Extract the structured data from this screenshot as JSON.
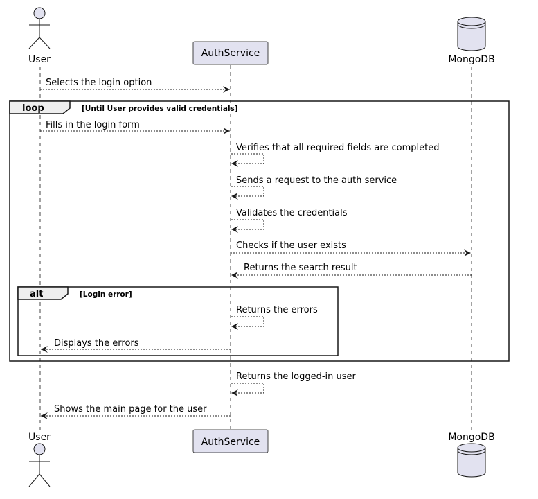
{
  "participants": {
    "user": {
      "name": "User"
    },
    "auth": {
      "name": "AuthService"
    },
    "db": {
      "name": "MongoDB"
    }
  },
  "messages": {
    "m1": "Selects the login option",
    "m2": "Fills in the login form",
    "m3": "Verifies that all required fields are completed",
    "m4": "Sends a request to the auth service",
    "m5": "Validates the credentials",
    "m6": "Checks if the user exists",
    "m7": "Returns the search result",
    "m8": "Returns the errors",
    "m9": "Displays the errors",
    "m10": "Returns the logged-in user",
    "m11": "Shows the main page for the user"
  },
  "fragments": {
    "loop": {
      "keyword": "loop",
      "condition": "[Until User provides valid credentials]"
    },
    "alt": {
      "keyword": "alt",
      "condition": "[Login error]"
    }
  },
  "colors": {
    "participant_fill": "#e2e2f0",
    "participant_stroke": "#181818",
    "lifeline": "#181818",
    "arrow": "#181818"
  }
}
